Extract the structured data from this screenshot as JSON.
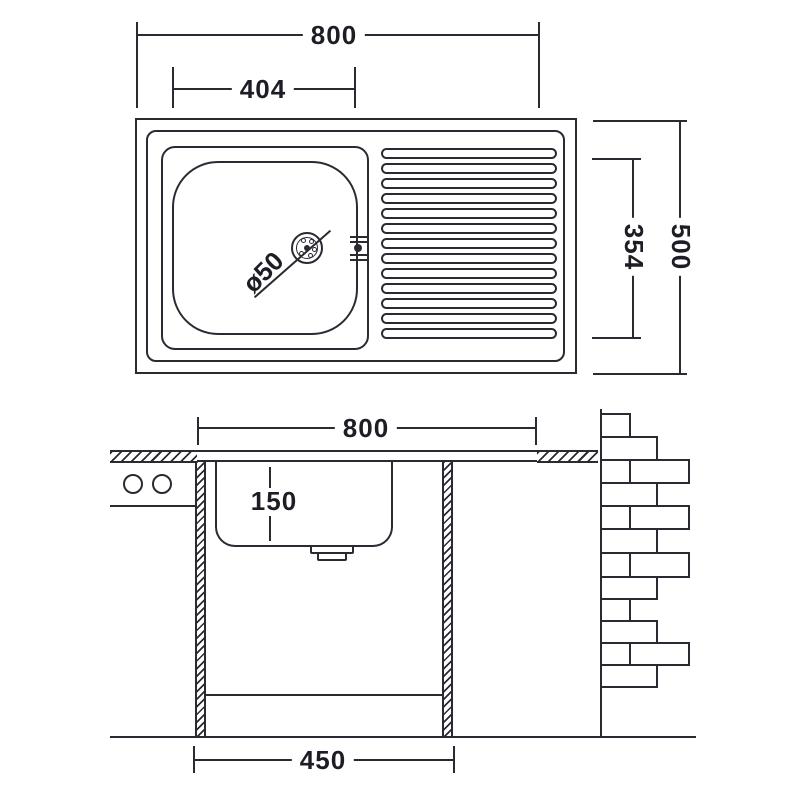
{
  "drawing": {
    "top_view": {
      "overall_width_mm": "800",
      "bowl_width_mm": "404",
      "overall_depth_mm": "500",
      "bowl_depth_mm": "354",
      "drain_diameter_label": "ø50"
    },
    "front_view": {
      "overall_width_mm": "800",
      "bowl_depth_mm": "150",
      "stand_width_mm": "450"
    }
  }
}
